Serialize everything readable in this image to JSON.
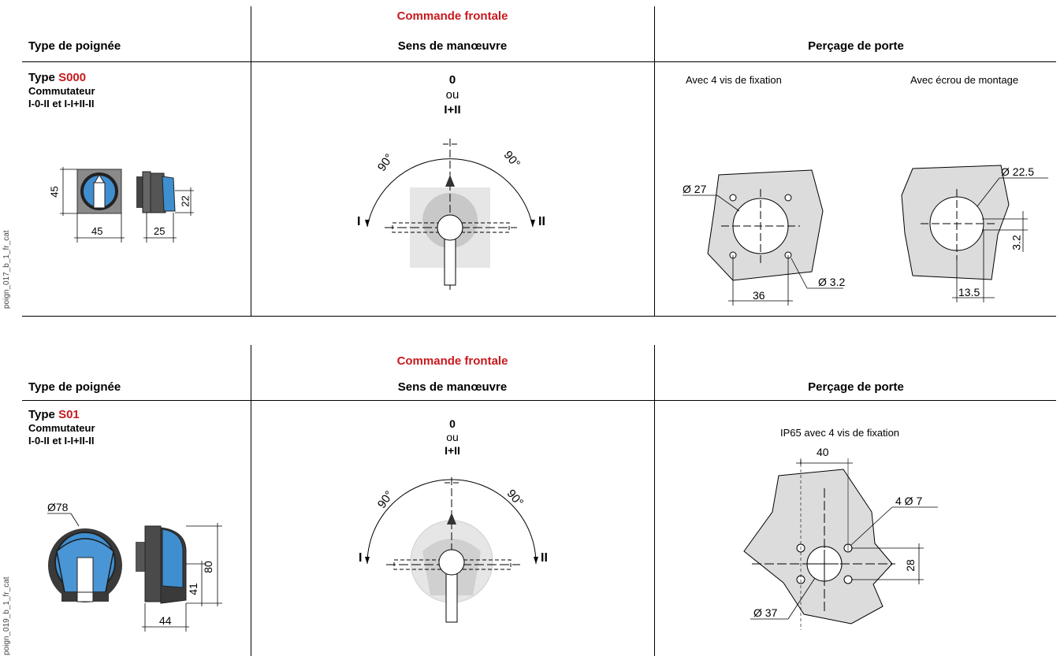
{
  "sections": [
    {
      "side_code": "poign_017_b_1_fr_cat",
      "header": {
        "front_control": "Commande frontale",
        "col1": "Type de poignée",
        "col2": "Sens de manœuvre",
        "col3": "Perçage de porte"
      },
      "type": {
        "prefix": "Type ",
        "code": "S000",
        "line1": "Commutateur",
        "line2": "I-0-II et I-I+II-II"
      },
      "handle_dims": {
        "height": "45",
        "width": "45",
        "depth": "25",
        "side": "22"
      },
      "direction": {
        "top": "0",
        "or": "ou",
        "bottom": "I+II",
        "angle_left": "90°",
        "angle_right": "90°",
        "left": "I",
        "right": "II"
      },
      "drilling": {
        "caption_left": "Avec 4 vis de fixation",
        "caption_right": "Avec écrou de montage",
        "left_diam": "Ø 27",
        "left_hole": "Ø 3.2",
        "left_spacing": "36",
        "right_diam": "Ø 22.5",
        "right_v": "3.2",
        "right_h": "13.5"
      }
    },
    {
      "side_code": "poign_019_b_1_fr_cat",
      "header": {
        "front_control": "Commande frontale",
        "col1": "Type de poignée",
        "col2": "Sens de manœuvre",
        "col3": "Perçage de porte"
      },
      "type": {
        "prefix": "Type ",
        "code": "S01",
        "line1": "Commutateur",
        "line2": "I-0-II et I-I+II-II"
      },
      "handle_dims": {
        "diam": "Ø78",
        "height": "80",
        "mid": "41",
        "depth": "44"
      },
      "direction": {
        "top": "0",
        "or": "ou",
        "bottom": "I+II",
        "angle_left": "90°",
        "angle_right": "90°",
        "left": "I",
        "right": "II"
      },
      "drilling": {
        "caption": "IP65 avec 4 vis de fixation",
        "spacing": "40",
        "holes": "4 Ø 7",
        "vspacing": "28",
        "diam": "Ø 37"
      }
    }
  ],
  "colors": {
    "accent_red": "#c8191e",
    "handle_blue": "#3f8fd0",
    "plate_gray": "#dcdcdc"
  }
}
